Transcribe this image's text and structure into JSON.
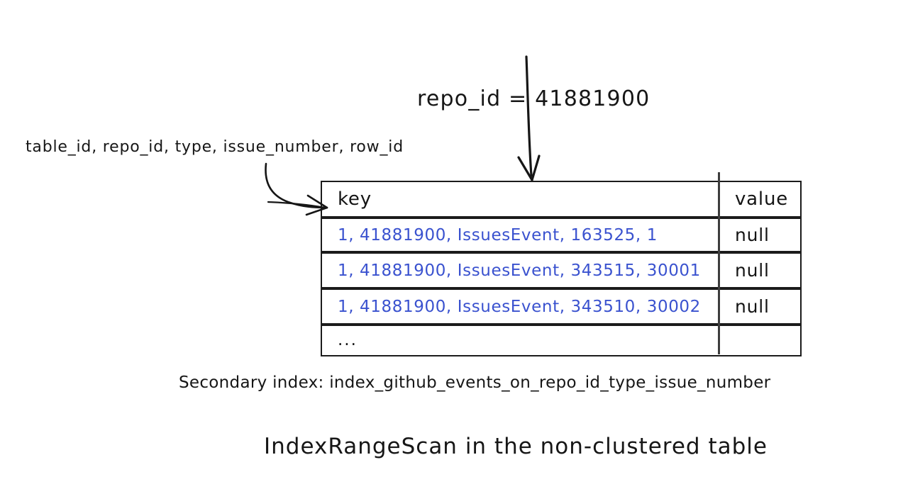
{
  "diagram": {
    "title": "IndexRangeScan in the non-clustered table",
    "predicate": "repo_id = 41881900",
    "index_columns_label": "table_id, repo_id, type, issue_number, row_id",
    "caption": "Secondary index: index_github_events_on_repo_id_type_issue_number",
    "colors": {
      "key_text": "#3a52cf",
      "ink": "#161616",
      "background": "#ffffff"
    },
    "annotations": {
      "predicate_arrow": "down-arrow-to-table",
      "columns_arrow": "curved-arrow-to-key-column"
    }
  },
  "table": {
    "columns": [
      "key",
      "value"
    ],
    "rows": [
      {
        "key": "1, 41881900, IssuesEvent, 163525, 1",
        "value": "null"
      },
      {
        "key": "1, 41881900, IssuesEvent, 343515, 30001",
        "value": "null"
      },
      {
        "key": "1, 41881900, IssuesEvent, 343510, 30002",
        "value": "null"
      },
      {
        "key": "...",
        "value": ""
      }
    ]
  }
}
